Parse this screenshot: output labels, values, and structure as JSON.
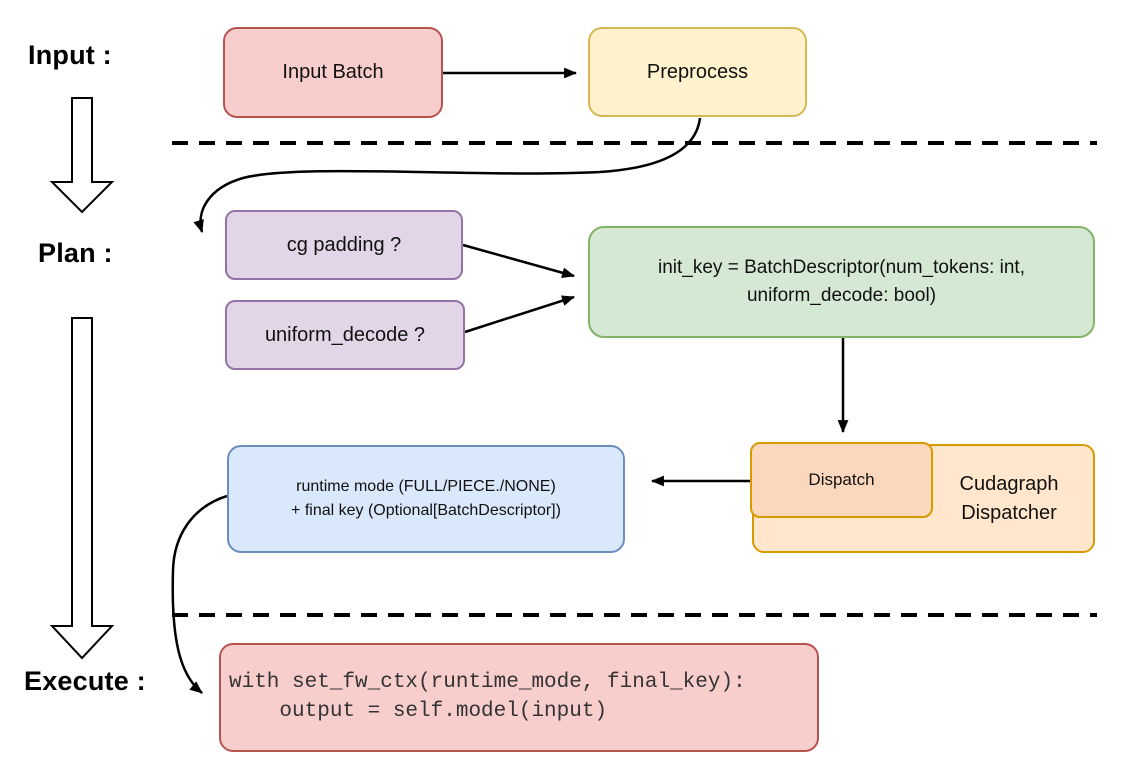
{
  "palette": {
    "red_fill": "#f8cecc",
    "red_border": "#b85450",
    "yellow_fill": "#fff2cc",
    "yellow_border": "#d6b656",
    "purple_fill": "#e1d5e7",
    "purple_border": "#9673a6",
    "green_fill": "#d5e8d4",
    "green_border": "#82b366",
    "blue_fill": "#dae8fc",
    "blue_border": "#6c8ebf",
    "orange_fill": "#ffe6cc",
    "orange_border": "#d79b00",
    "dispatch_fill": "#fbd8bd",
    "line_color": "#000000"
  },
  "stages": {
    "input_label": "Input :",
    "plan_label": "Plan :",
    "execute_label": "Execute :"
  },
  "nodes": {
    "input_batch": "Input Batch",
    "preprocess": "Preprocess",
    "cg_padding": "cg padding ?",
    "uniform_decode": "uniform_decode ?",
    "init_key": "init_key = BatchDescriptor(num_tokens: int,\nuniform_decode: bool)",
    "dispatch": "Dispatch",
    "cudagraph_dispatcher": "Cudagraph\nDispatcher",
    "runtime_mode": "runtime mode (FULL/PIECE./NONE)\n+ final key (Optional[BatchDescriptor])",
    "execute_code": "with set_fw_ctx(runtime_mode, final_key):\n    output = self.model(input)"
  }
}
